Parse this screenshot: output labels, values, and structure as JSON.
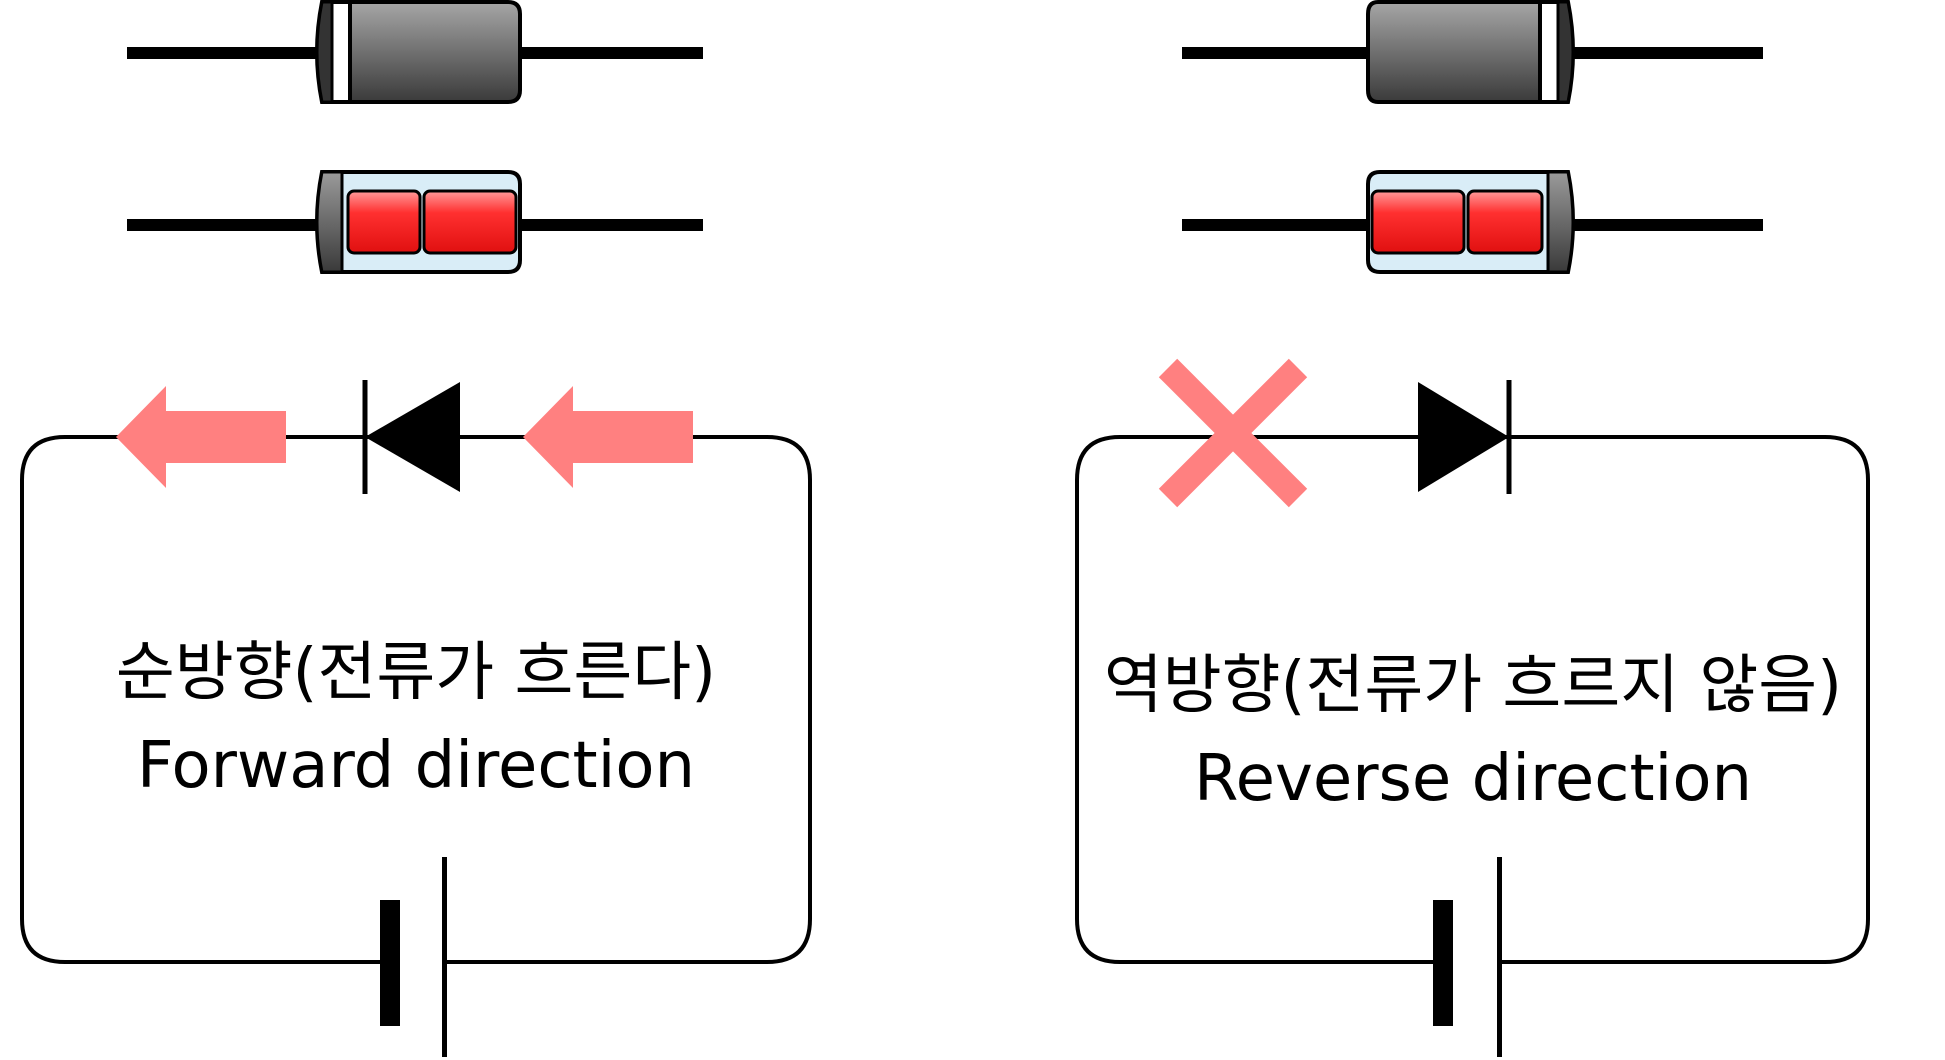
{
  "panels": {
    "forward": {
      "label_ko": "순방향(전류가 흐른다)",
      "label_en": "Forward direction",
      "state_icon": "current-flow-arrow-icon",
      "arrow_count": 2
    },
    "reverse": {
      "label_ko": "역방향(전류가 흐르지 않음)",
      "label_en": "Reverse direction",
      "state_icon": "no-current-cross-icon"
    }
  },
  "colors": {
    "wire": "#000000",
    "arrow": "#ff8080",
    "cross": "#ff8080",
    "diode_body_dark": "#4d4d4d",
    "diode_body_light": "#a6a6a6",
    "chip_red": "#ff2a2a",
    "glass": "#d9edf7"
  }
}
